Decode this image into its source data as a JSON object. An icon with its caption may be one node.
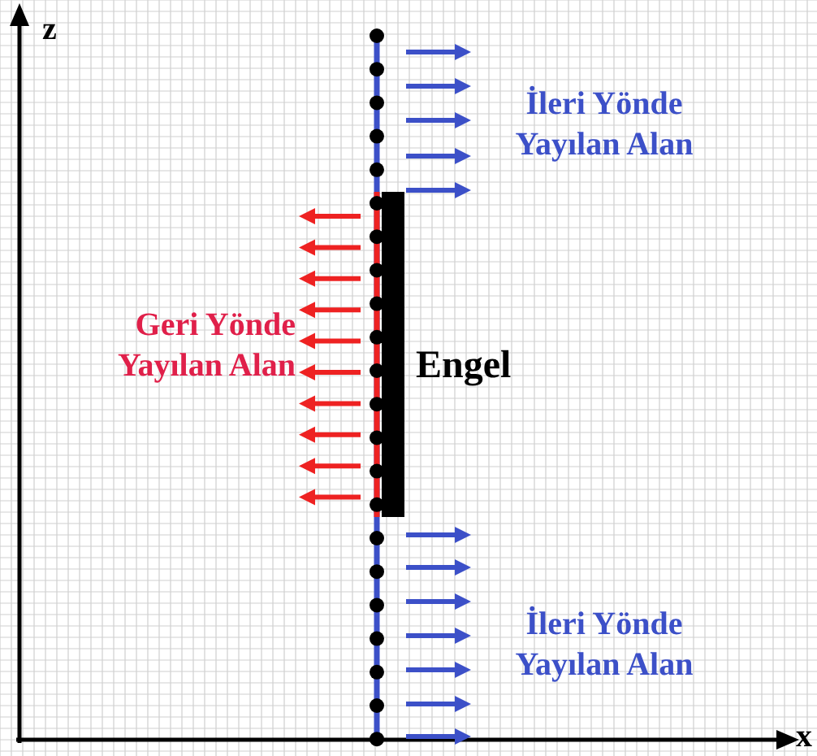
{
  "diagram": {
    "nodes": [
      {
        "text": [],
        "shape": "bar",
        "beside": [
          "Engel"
        ]
      }
    ],
    "labels": [
      "z",
      "İleri Yönde Yayılan Alan",
      "Geri Yönde Yayılan Alan",
      "İleri Yönde Yayılan Alan",
      "x"
    ]
  }
}
